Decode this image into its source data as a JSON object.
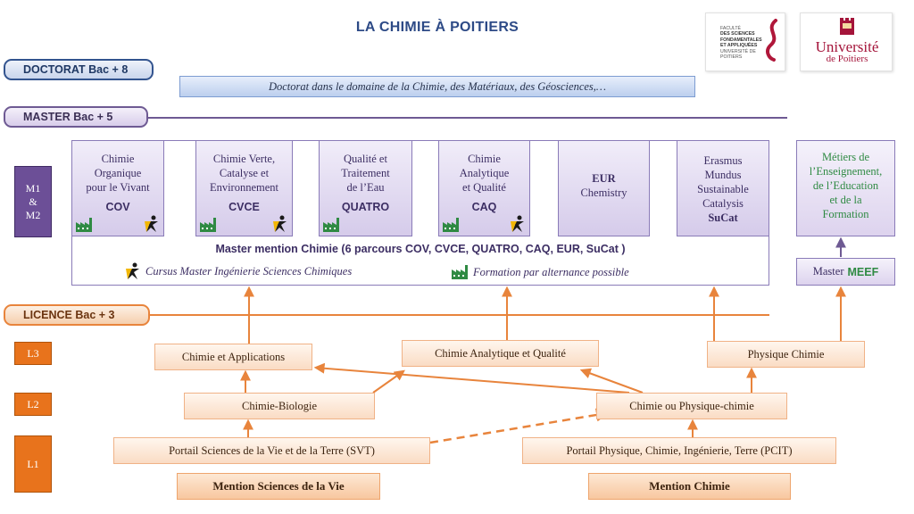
{
  "title": "LA CHIMIE À POITIERS",
  "levels": {
    "doctorat": "DOCTORAT Bac + 8",
    "master": "MASTER Bac + 5",
    "licence": "LICENCE Bac + 3"
  },
  "doctorat_box": "Doctorat dans le domaine de la Chimie, des Matériaux, des Géosciences,…",
  "years": {
    "m_top": "M1",
    "m_mid": "&",
    "m_bot": "M2",
    "l3": "L3",
    "l2": "L2",
    "l1": "L1"
  },
  "master_courses": [
    {
      "lines": [
        "Chimie",
        "Organique",
        "pour le Vivant"
      ],
      "code": "COV"
    },
    {
      "lines": [
        "Chimie Verte,",
        "Catalyse et",
        "Environnement"
      ],
      "code": "CVCE"
    },
    {
      "lines": [
        "Qualité et",
        "Traitement",
        "de l’Eau"
      ],
      "code": "QUATRO"
    },
    {
      "lines": [
        "Chimie",
        "Analytique",
        "et Qualité"
      ],
      "code": "CAQ"
    },
    {
      "lines": [
        "EUR",
        "Chemistry"
      ]
    },
    {
      "lines": [
        "Erasmus",
        "Mundus",
        "Sustainable",
        "Catalysis",
        "SuCat"
      ]
    }
  ],
  "master_mention": "Master mention Chimie (6 parcours COV, CVCE, QUATRO, CAQ, EUR, SuCat )",
  "legend": {
    "cursus": "Cursus Master Ingénierie Sciences Chimiques",
    "alternance": "Formation par alternance possible"
  },
  "meef": {
    "lines": [
      "Métiers de",
      "l’Enseignement,",
      "de l’Education",
      "et de la",
      "Formation"
    ],
    "master_prefix": "Master",
    "master_code": "MEEF"
  },
  "licence": {
    "l3": [
      "Chimie et Applications",
      "Chimie Analytique et Qualité",
      "Physique Chimie"
    ],
    "l2": [
      "Chimie-Biologie",
      "Chimie ou Physique-chimie"
    ],
    "l1": [
      "Portail Sciences de la Vie et de la Terre (SVT)",
      "Portail Physique, Chimie, Ingénierie, Terre (PCIT)"
    ],
    "mentions": [
      "Mention Sciences de la Vie",
      "Mention Chimie"
    ]
  },
  "logos": {
    "faculte_lines": [
      "FACULTÉ",
      "DES SCIENCES",
      "FONDAMENTALES",
      "ET APPLIQUÉES",
      "UNIVERSITÉ DE POITIERS"
    ],
    "univ_line1": "Université",
    "univ_line2": "de Poitiers"
  },
  "colors": {
    "orange": "#e8843c",
    "purple": "#6e5a93",
    "navy": "#2d4a86",
    "green": "#2f8a43"
  }
}
